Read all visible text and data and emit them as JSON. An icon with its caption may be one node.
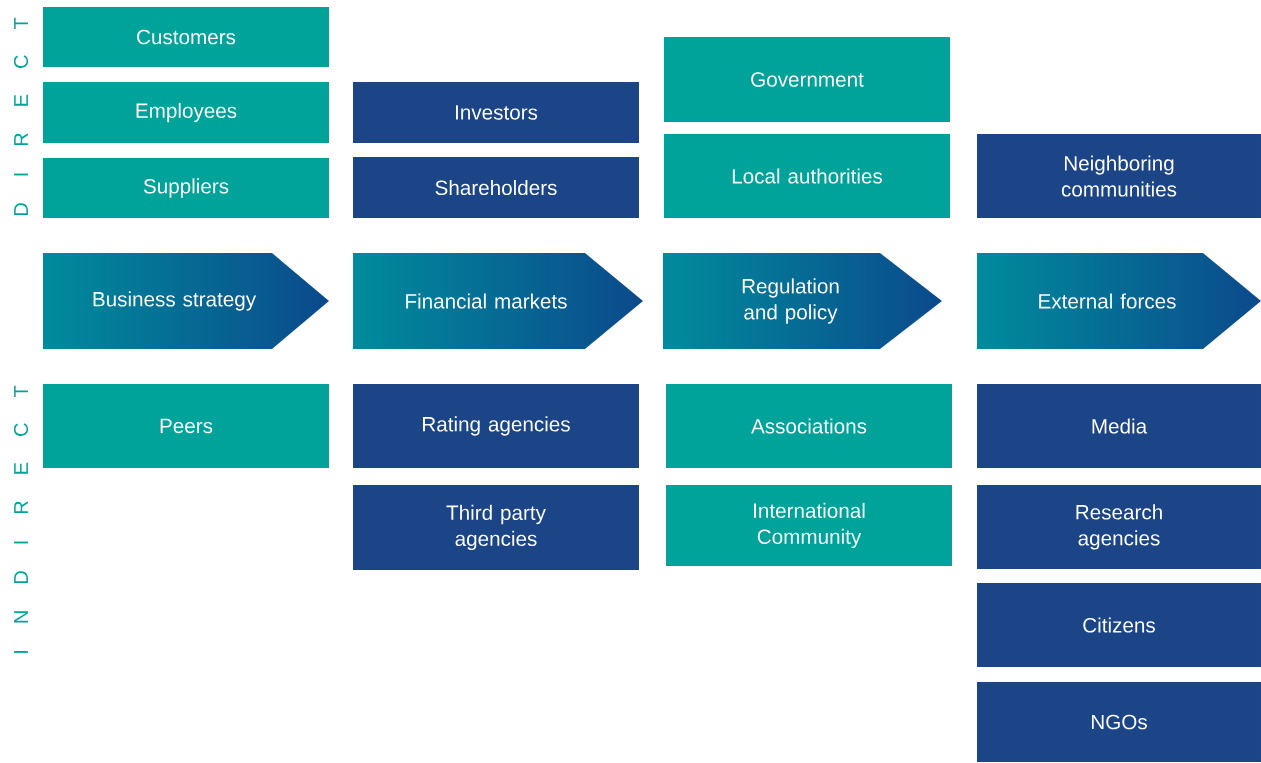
{
  "diagram": {
    "nodes": [
      {
        "text": [
          "Customers"
        ]
      },
      {
        "text": [
          "Employees"
        ]
      },
      {
        "text": [
          "Suppliers"
        ]
      },
      {
        "text": [
          "Investors"
        ]
      },
      {
        "text": [
          "Shareholders"
        ]
      },
      {
        "text": [
          "Government"
        ]
      },
      {
        "text": [
          "Local authorities"
        ]
      },
      {
        "text": [
          "Neighboring communities"
        ]
      },
      {
        "text": [
          "Business strategy"
        ]
      },
      {
        "text": [
          "Financial markets"
        ]
      },
      {
        "text": [
          "Regulation and policy"
        ]
      },
      {
        "text": [
          "External forces"
        ]
      },
      {
        "text": [
          "Peers"
        ]
      },
      {
        "text": [
          "Rating agencies"
        ]
      },
      {
        "text": [
          "Associations"
        ]
      },
      {
        "text": [
          "Media"
        ]
      },
      {
        "text": [
          "Third party agencies"
        ]
      },
      {
        "text": [
          "International Community"
        ]
      },
      {
        "text": [
          "Research agencies"
        ]
      },
      {
        "text": [
          "Citizens"
        ]
      },
      {
        "text": [
          "NGOs"
        ]
      }
    ],
    "labels": [
      "D I R E C T",
      "I N D I R E C T"
    ]
  }
}
